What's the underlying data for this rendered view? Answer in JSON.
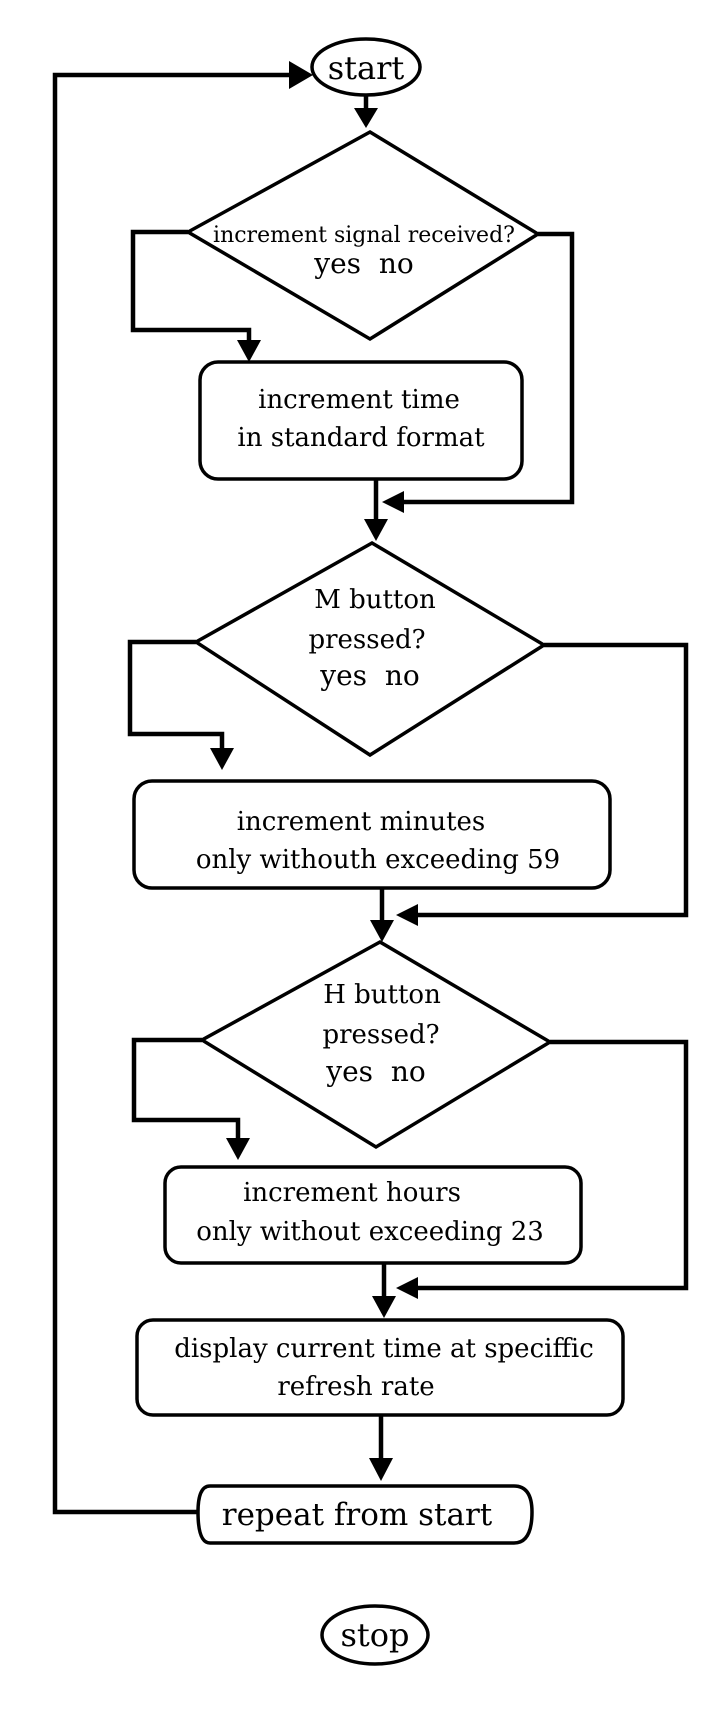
{
  "flowchart": {
    "start": "start",
    "decision_signal": {
      "question": "increment signal received?",
      "options": "yes  no"
    },
    "increment_time": {
      "line1": "increment time",
      "line2": "in standard format"
    },
    "decision_m": {
      "line1": "M button",
      "line2": "pressed?",
      "options": "yes  no"
    },
    "increment_minutes": {
      "line1": "increment minutes",
      "line2": "only withouth exceeding 59"
    },
    "decision_h": {
      "line1": "H button",
      "line2": "pressed?",
      "options": "yes  no"
    },
    "increment_hours": {
      "line1": "increment hours",
      "line2": "only without exceeding 23"
    },
    "display": {
      "line1": "display current time at speciffic",
      "line2": "refresh rate"
    },
    "repeat": "repeat from start",
    "stop": "stop"
  }
}
